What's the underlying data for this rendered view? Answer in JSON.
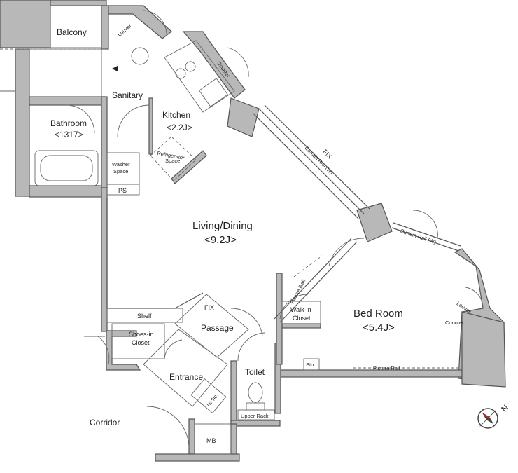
{
  "rooms": {
    "balcony": "Balcony",
    "sanitary": "Sanitary",
    "kitchen": "Kitchen",
    "kitchen_size": "<2.2J>",
    "bathroom": "Bathroom",
    "bathroom_size": "<1317>",
    "washer_space_1": "Washer",
    "washer_space_2": "Space",
    "refrigerator_1": "Refrigerator",
    "refrigerator_2": "Space",
    "ps": "PS",
    "living_dining": "Living/Dining",
    "living_dining_size": "<9.2J>",
    "bed_room": "Bed Room",
    "bed_room_size": "<5.4J>",
    "walk_in_1": "Walk-in",
    "walk_in_2": "Closet",
    "shelf": "Shelf",
    "shoes_in_1": "Shoes-in",
    "shoes_in_2": "Closet",
    "passage": "Passage",
    "entrance": "Entrance",
    "toilet": "Toilet",
    "upper_rack": "Upper Rack",
    "niche": "Niche",
    "corridor": "Corridor",
    "mb": "MB",
    "sto": "Sto."
  },
  "fixtures": {
    "fix_window": "FIX",
    "fix_passage": "FIX",
    "curtain_rail_living": "Curtain Rail (W)",
    "curtain_rail_bed": "Curtain Rail (W)",
    "picture_rail_living": "Picture Rail",
    "picture_rail_bed": "Picture Rail",
    "counter_kitchen": "Counter",
    "counter_bed": "Counter",
    "louver_top": "Louver",
    "louver_bed": "Louver"
  },
  "compass": {
    "north": "N",
    "icon": "compass-icon"
  },
  "colors": {
    "wall_fill": "#b8b8b8",
    "line": "#555555",
    "background": "#ffffff"
  }
}
